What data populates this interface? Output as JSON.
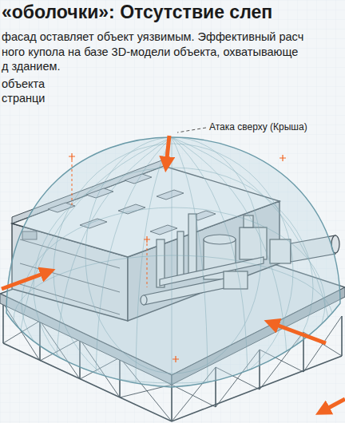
{
  "diagram": {
    "title": "«оболочки»: Отсутствие слеп",
    "labels": [
      "фасад оставляет объект уязвимым. Эффективный расч",
      "ного купола на базе 3D-модели объекта, охватывающе",
      "д зданием.",
      "объекта",
      "странци",
      "Атака сверху (Крыша)"
    ]
  }
}
